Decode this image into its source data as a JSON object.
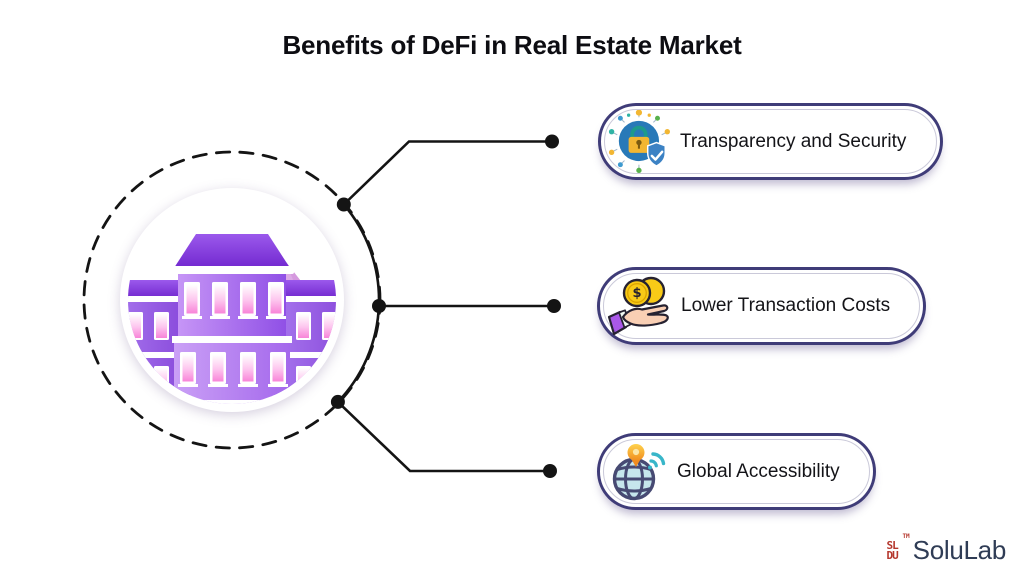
{
  "header": {
    "title": "Benefits of DeFi in Real Estate Market"
  },
  "benefits": [
    {
      "label": "Transparency and Security",
      "icon": "lock-shield-security-icon"
    },
    {
      "label": "Lower Transaction Costs",
      "icon": "coin-in-hand-icon"
    },
    {
      "label": "Global Accessibility",
      "icon": "globe-pin-wifi-icon"
    }
  ],
  "center": {
    "illustration": "purple-apartment-building-in-dashed-circle"
  },
  "footer": {
    "brand_name": "SoluLab",
    "logo_mark_row1": "SL",
    "logo_mark_row2": "DU",
    "trademark": "TM"
  },
  "colors": {
    "pill_border": "#3f3c78",
    "connector_line": "#141414",
    "title_text": "#0d0d12",
    "brand_text": "#2f3c55",
    "logo_mark_red": "#b5372d",
    "building_purple": "#9050e6",
    "roof_purple": "#7228cf"
  }
}
